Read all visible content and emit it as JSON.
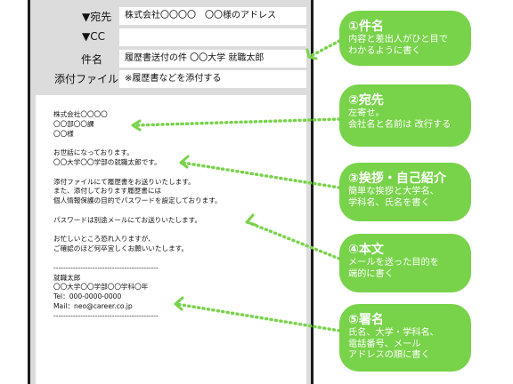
{
  "header": {
    "to_label": "▼宛先",
    "to_value": "株式会社〇〇〇〇　〇〇様のアドレス",
    "cc_label": "▼CC",
    "cc_value": "",
    "subject_label": "件名",
    "subject_value": "履歴書送付の件 〇〇大学 就職太郎",
    "attach_label": "添付ファイル",
    "attach_value": "※履歴書などを添付する"
  },
  "body_lines": [
    "株式会社〇〇〇〇",
    "〇〇部〇〇課",
    "〇〇様",
    "",
    "お世話になっております。",
    "〇〇大学〇〇学部の就職太郎です。",
    "",
    "添付ファイルにて履歴書をお送りいたします。",
    "また、添付しております履歴書には",
    "個人情報保護の目的でパスワードを設定しております。",
    "",
    "パスワードは別途メールにてお送りいたします。",
    "",
    "お忙しいところ恐れ入りますが、",
    "ご確認のほど何卒宜しくお願いいたします。",
    "",
    "-------------------------------------------",
    "就職太郎",
    "〇〇大学〇〇学部〇〇学科〇年",
    "Tel：000-0000-0000",
    "Mail：neo@career.co.jp",
    "-------------------------------------------"
  ],
  "annotations": [
    {
      "title": "①件名",
      "lines": [
        "内容と差出人がひと目で",
        "わかるように書く"
      ]
    },
    {
      "title": "②宛先",
      "lines": [
        "左寄せ。",
        "会社名と名前は 改行する"
      ]
    },
    {
      "title": "③挨拶・自己紹介",
      "lines": [
        "簡単な挨拶と大学名、",
        "学科名、氏名を書く"
      ]
    },
    {
      "title": "④本文",
      "lines": [
        "メールを送った目的を",
        "端的に書く"
      ]
    },
    {
      "title": "⑤署名",
      "lines": [
        "氏名、大学・学科名、",
        "電話番号、メール",
        "アドレスの順に書く"
      ]
    }
  ],
  "colors": {
    "accent": "#78d34a",
    "frame": "#1a1a1a",
    "panel": "#dcdcdc"
  }
}
